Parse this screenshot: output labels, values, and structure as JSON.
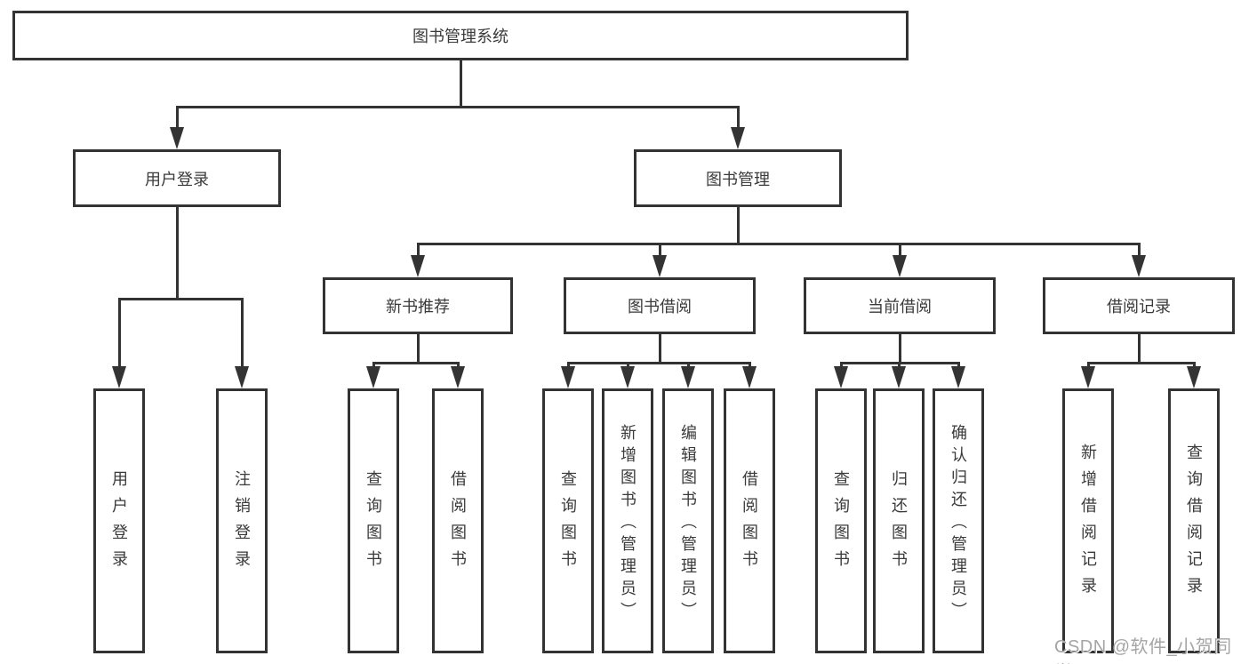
{
  "diagram": {
    "root": {
      "label": "图书管理系统"
    },
    "level1": [
      {
        "label": "用户登录"
      },
      {
        "label": "图书管理"
      }
    ],
    "level2": [
      {
        "label": "新书推荐"
      },
      {
        "label": "图书借阅"
      },
      {
        "label": "当前借阅"
      },
      {
        "label": "借阅记录"
      }
    ],
    "leaves": {
      "user": [
        {
          "label": "用户登录"
        },
        {
          "label": "注销登录"
        }
      ],
      "recommend": [
        {
          "label": "查询图书"
        },
        {
          "label": "借阅图书"
        }
      ],
      "borrow": [
        {
          "label": "查询图书"
        },
        {
          "label": "新增图书（管理员）"
        },
        {
          "label": "编辑图书（管理员）"
        },
        {
          "label": "借阅图书"
        }
      ],
      "current": [
        {
          "label": "查询图书"
        },
        {
          "label": "归还图书"
        },
        {
          "label": "确认归还（管理员）"
        }
      ],
      "records": [
        {
          "label": "新增借阅记录"
        },
        {
          "label": "查询借阅记录"
        }
      ]
    }
  },
  "watermark": {
    "text": "CSDN @软件_小贺同学"
  },
  "colors": {
    "line": "#333333",
    "text": "#3a3a3a",
    "background": "#ffffff",
    "watermark": "#a5a5a5"
  }
}
